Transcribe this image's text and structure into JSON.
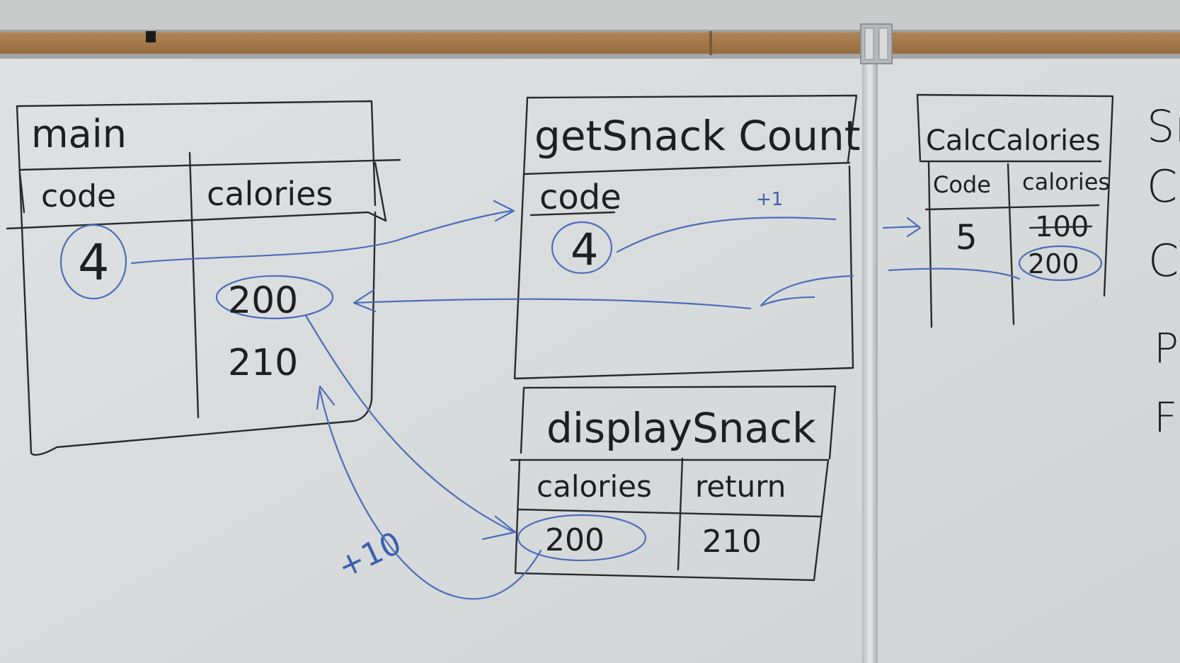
{
  "frames": {
    "main": {
      "title": "main",
      "col_code": "code",
      "col_calories": "calories",
      "code_value": "4",
      "calories_value": "200",
      "calories_new": "210"
    },
    "get_snack_count": {
      "title": "getSnack Count",
      "col_code": "code",
      "code_value": "4",
      "increment": "+1"
    },
    "calc_calories": {
      "title": "CalcCalories",
      "col_code": "Code",
      "col_calories": "calories",
      "code_value": "5",
      "calories_old": "100",
      "calories_value": "200"
    },
    "display_snack": {
      "title": "displaySnack",
      "col_calories": "calories",
      "col_return": "return",
      "calories_value": "200",
      "return_value": "210",
      "increment": "+10"
    }
  },
  "side_letters": [
    "Sr",
    "C",
    "C",
    "P",
    "F"
  ],
  "colors": {
    "board": "#d9dcdd",
    "ink_black": "#1f1f1f",
    "ink_blue": "#4a6fb8",
    "cork": "#a47a4d"
  }
}
